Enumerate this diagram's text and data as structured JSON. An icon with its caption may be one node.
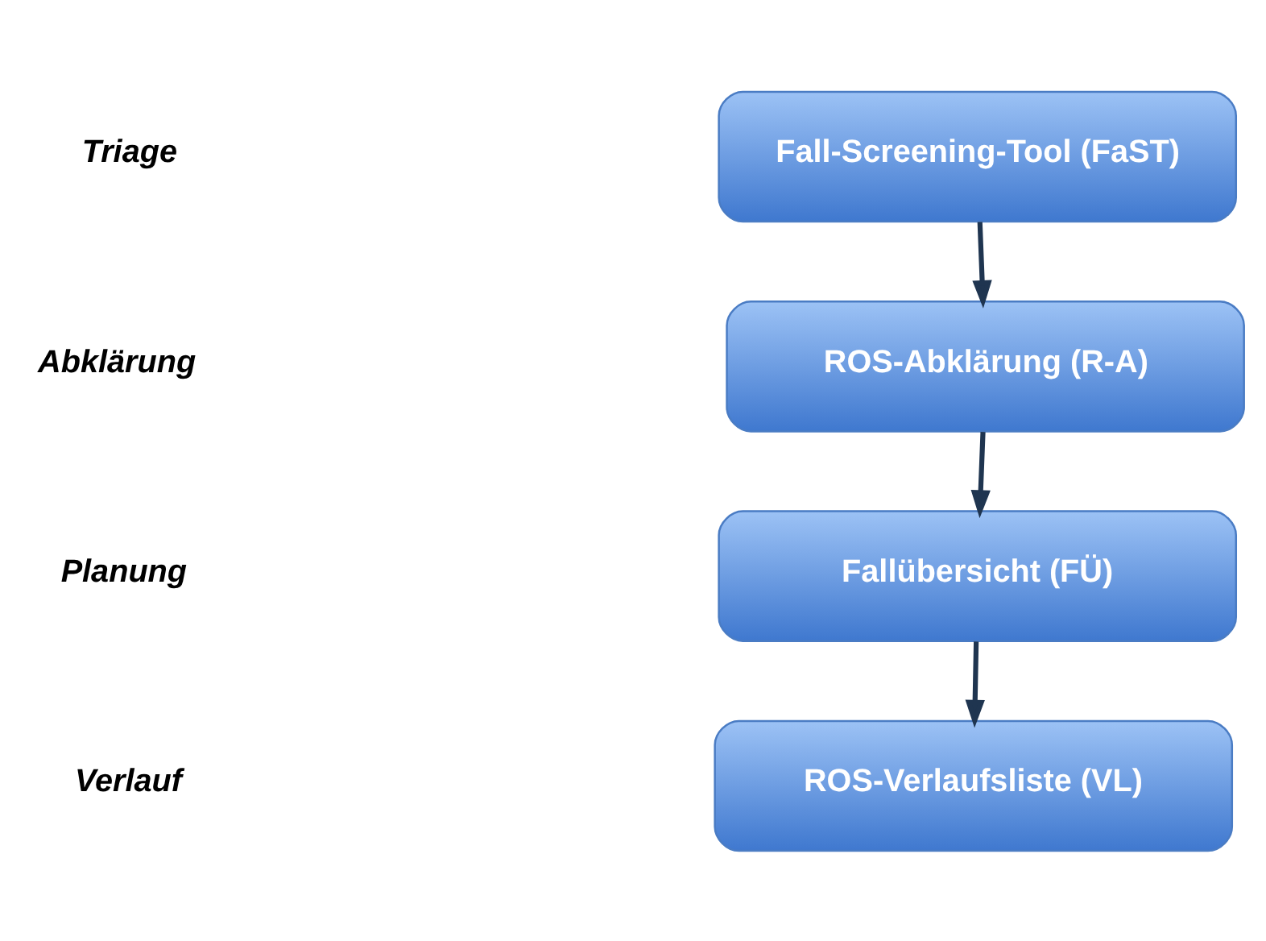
{
  "diagram": {
    "nodes": [
      {
        "text": [
          "Fall-Screening-Tool (FaST)"
        ]
      },
      {
        "text": [
          "ROS-Abklärung (R-A)"
        ]
      },
      {
        "text": [
          "Fallübersicht (FÜ)"
        ]
      },
      {
        "text": [
          "ROS-Verlaufsliste (VL)"
        ]
      }
    ],
    "edges": [
      {
        "from": 0,
        "to": 1,
        "arrow": "to"
      },
      {
        "from": 1,
        "to": 2,
        "arrow": "to"
      },
      {
        "from": 2,
        "to": 3,
        "arrow": "to"
      }
    ],
    "labels": [
      "Triage",
      "Abklärung",
      "Planung",
      "Verlauf"
    ]
  }
}
